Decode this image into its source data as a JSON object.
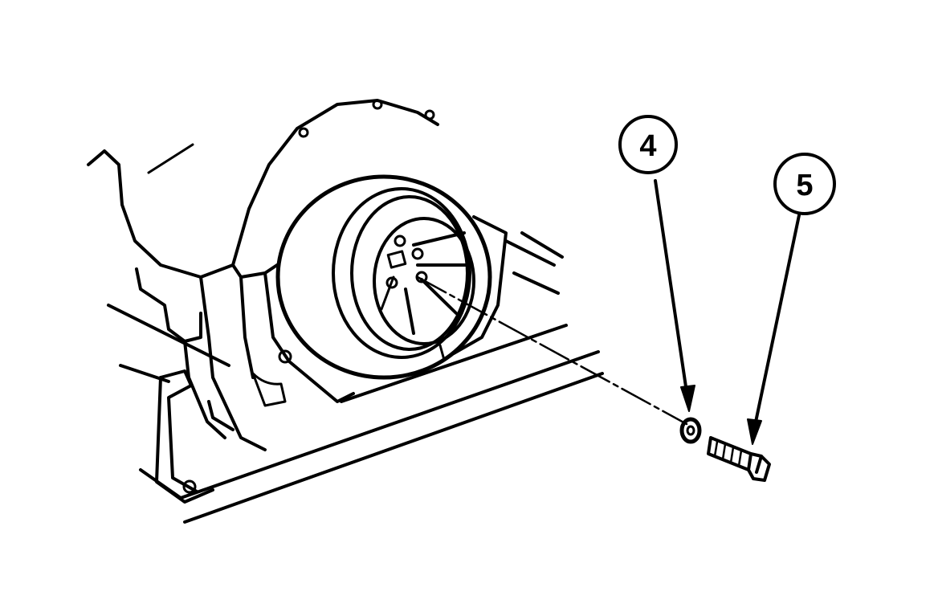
{
  "diagram": {
    "ink_color": "#000000",
    "background_color": "#ffffff",
    "parts": [
      {
        "name": "engine-housing"
      },
      {
        "name": "pulley"
      },
      {
        "name": "mounting-rail"
      },
      {
        "name": "washer"
      },
      {
        "name": "bolt"
      }
    ],
    "callouts": [
      {
        "id": "washer",
        "label": "4"
      },
      {
        "id": "bolt",
        "label": "5"
      }
    ]
  }
}
